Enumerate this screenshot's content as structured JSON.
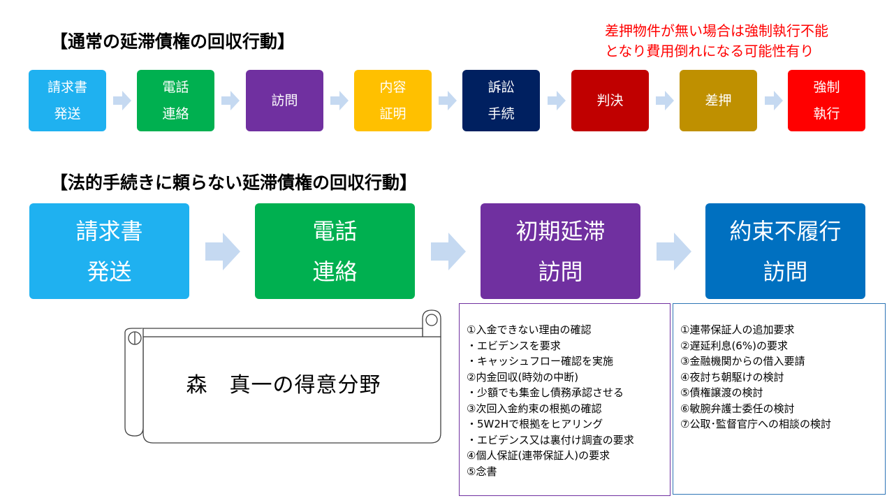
{
  "normal_section": {
    "heading": "【通常の延滞債権の回収行動】",
    "note_lines": [
      "差押物件が無い場合は強制執行不能",
      "となり費用倒れになる可能性有り"
    ],
    "steps": [
      {
        "lines": [
          "請求書",
          "発送"
        ],
        "color": "#1fb1f0"
      },
      {
        "lines": [
          "電話",
          "連絡"
        ],
        "color": "#00b050"
      },
      {
        "lines": [
          "訪問"
        ],
        "color": "#7030a0"
      },
      {
        "lines": [
          "内容",
          "証明"
        ],
        "color": "#ffc000"
      },
      {
        "lines": [
          "訴訟",
          "手続"
        ],
        "color": "#002060"
      },
      {
        "lines": [
          "判決"
        ],
        "color": "#c00000"
      },
      {
        "lines": [
          "差押"
        ],
        "color": "#bf9000"
      },
      {
        "lines": [
          "強制",
          "執行"
        ],
        "color": "#ff0000"
      }
    ]
  },
  "legal_free_section": {
    "heading": "【法的手続きに頼らない延滞債権の回収行動】",
    "steps": [
      {
        "lines": [
          "請求書",
          "発送"
        ],
        "color": "#1fb1f0"
      },
      {
        "lines": [
          "電話",
          "連絡"
        ],
        "color": "#00b050"
      },
      {
        "lines": [
          "初期延滞",
          "訪問"
        ],
        "color": "#7030a0"
      },
      {
        "lines": [
          "約束不履行",
          "訪問"
        ],
        "color": "#0070c0"
      }
    ]
  },
  "scroll_label": "森　真一の得意分野",
  "early_visit_list": {
    "border_color": "#7030a0",
    "items": [
      "①入金できない理由の確認",
      "・エビデンスを要求",
      "・キャッシュフロー確認を実施",
      "②内金回収(時効の中断)",
      "・少額でも集金し債務承認させる",
      "③次回入金約束の根拠の確認",
      "・5W2Hで根拠をヒアリング",
      "・エビデンス又は裏付け調査の要求",
      "④個人保証(連帯保証人)の要求",
      "⑤念書"
    ]
  },
  "broken_promise_list": {
    "border_color": "#2e75b6",
    "items": [
      "①連帯保証人の追加要求",
      "②遅延利息(6%)の要求",
      "③金融機関からの借入要請",
      "④夜討ち朝駆けの検討",
      "⑤債権譲渡の検討",
      "⑥敏腕弁護士委任の検討",
      "⑦公取･監督官庁への相談の検討"
    ]
  },
  "arrow_color": "#c5d9f1"
}
